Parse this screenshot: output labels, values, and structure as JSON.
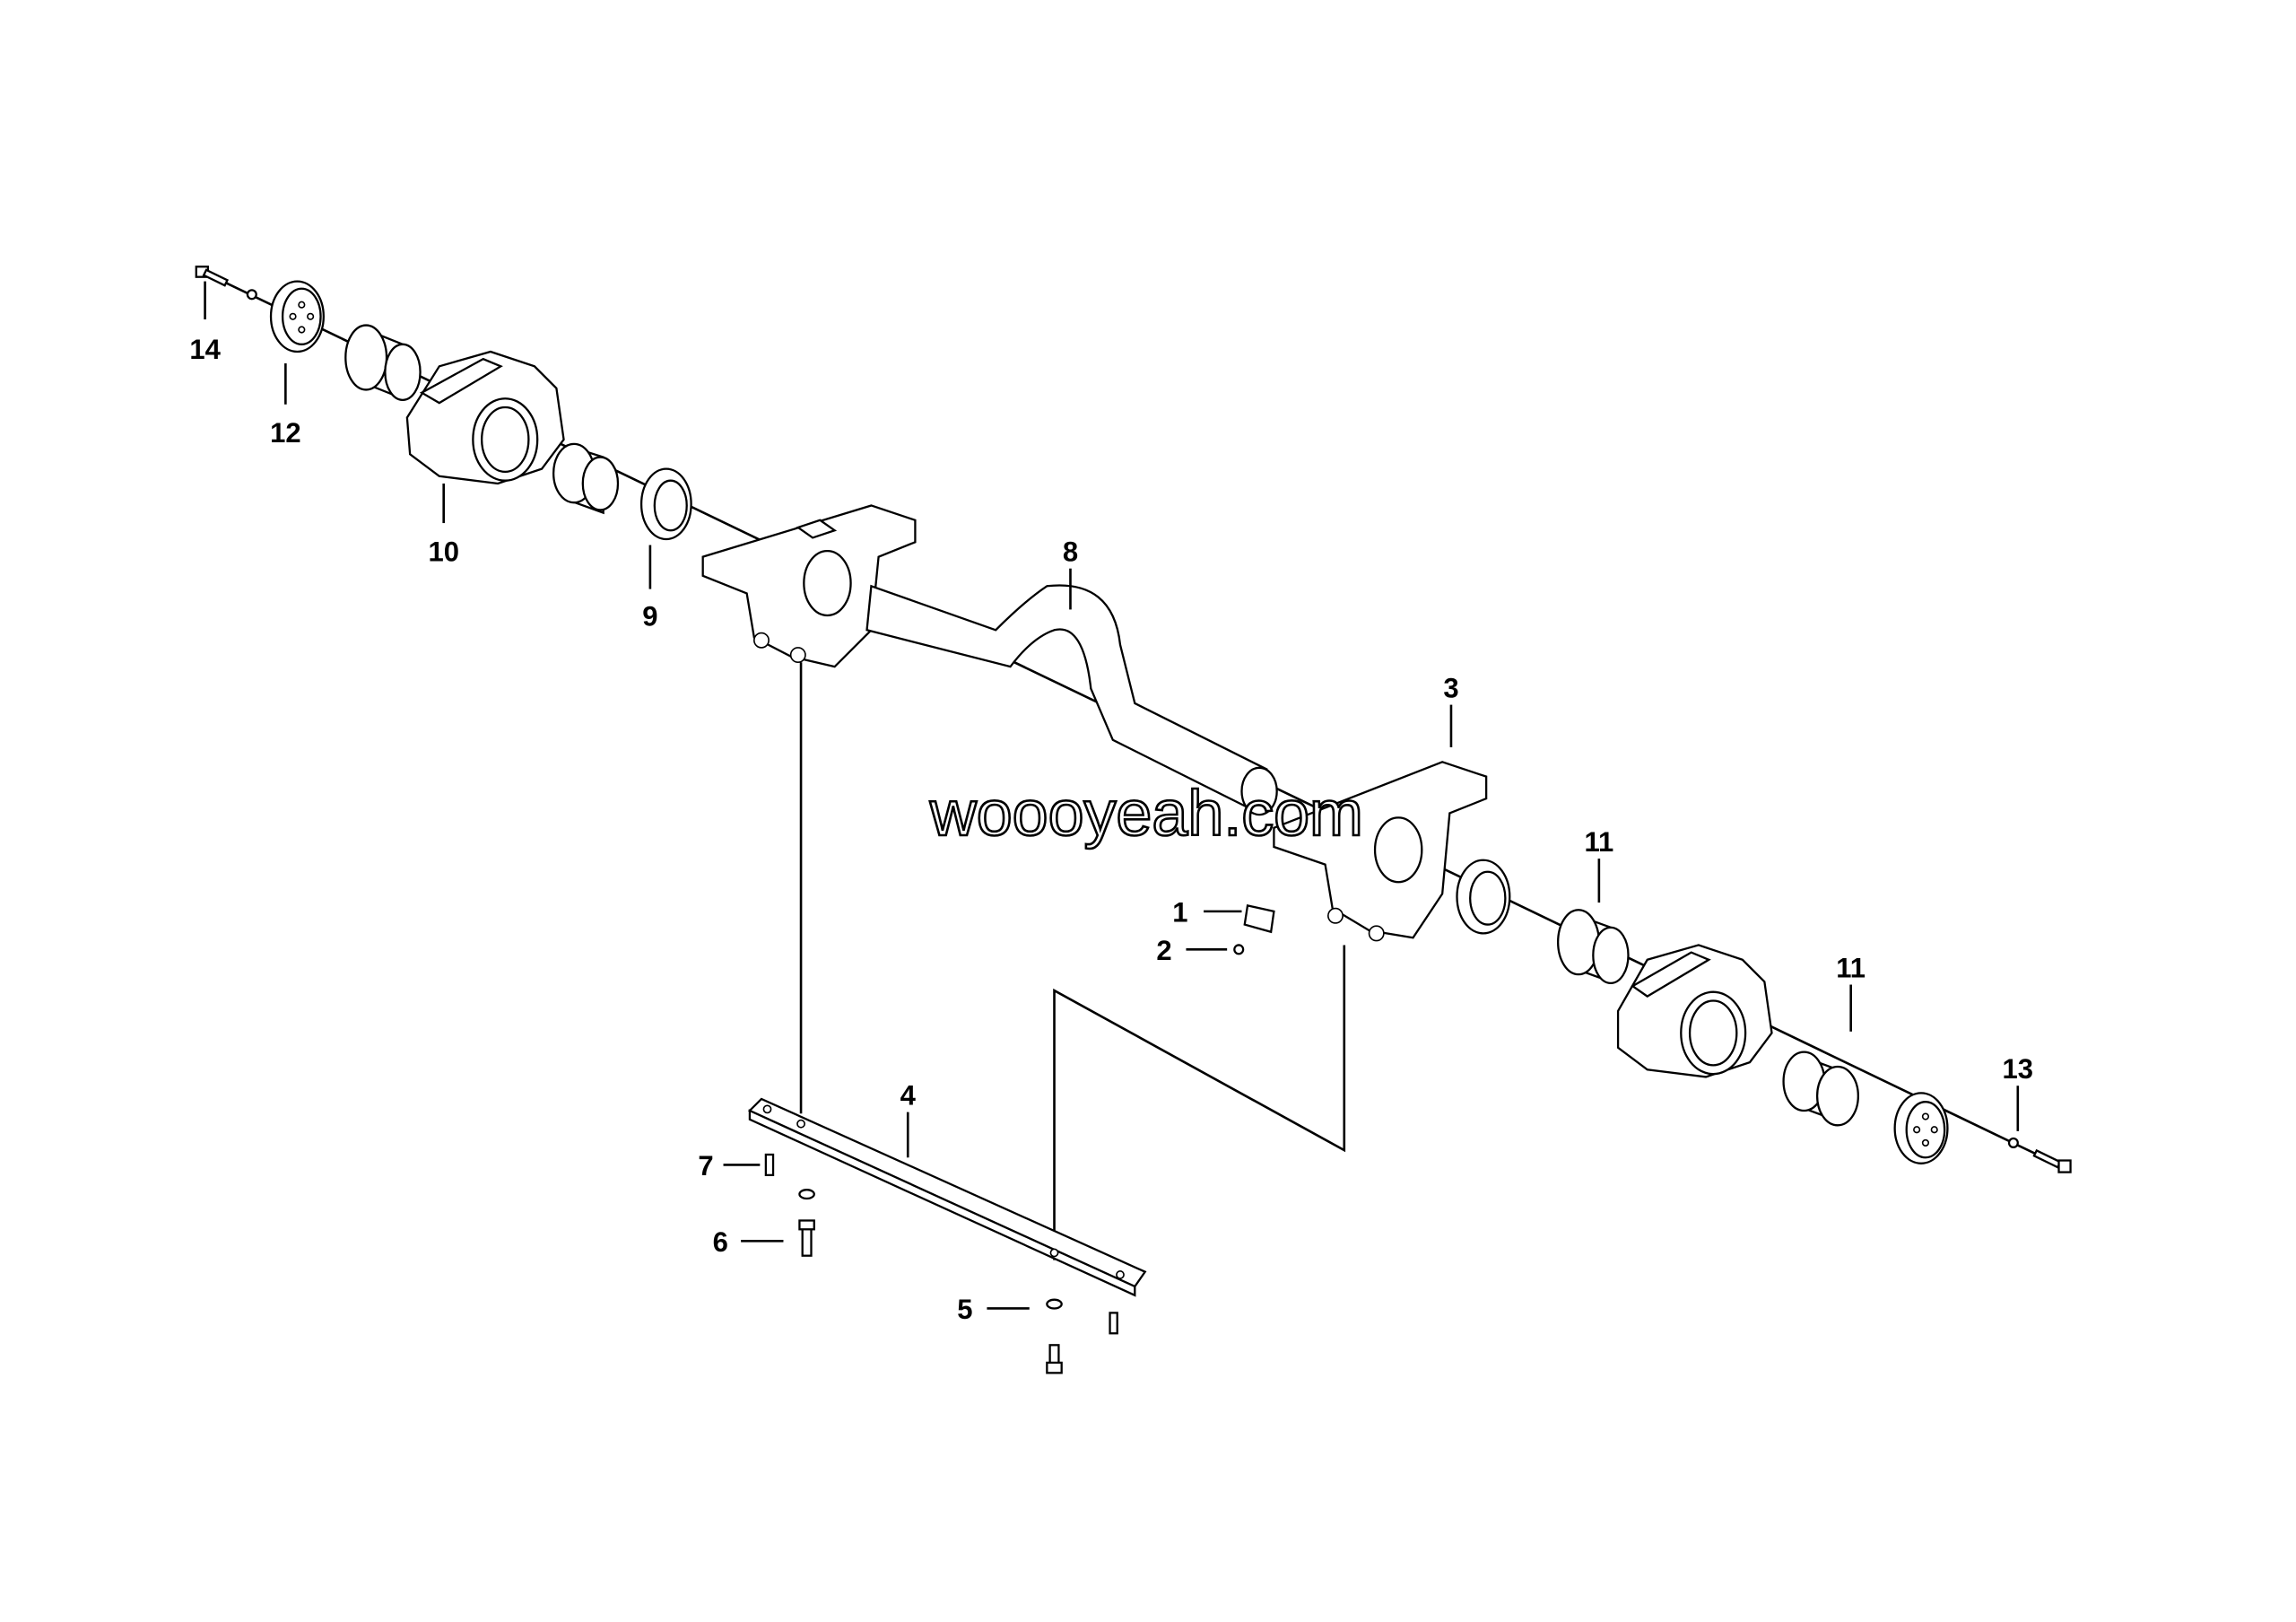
{
  "diagram": {
    "callouts": {
      "c1": "1",
      "c2": "2",
      "c3": "3",
      "c4": "4",
      "c5": "5",
      "c6": "6",
      "c7": "7",
      "c8": "8",
      "c9": "9",
      "c10": "10",
      "c11a": "11",
      "c11b": "11",
      "c12": "12",
      "c13": "13",
      "c14": "14"
    },
    "watermark": "woooyeah.com"
  }
}
